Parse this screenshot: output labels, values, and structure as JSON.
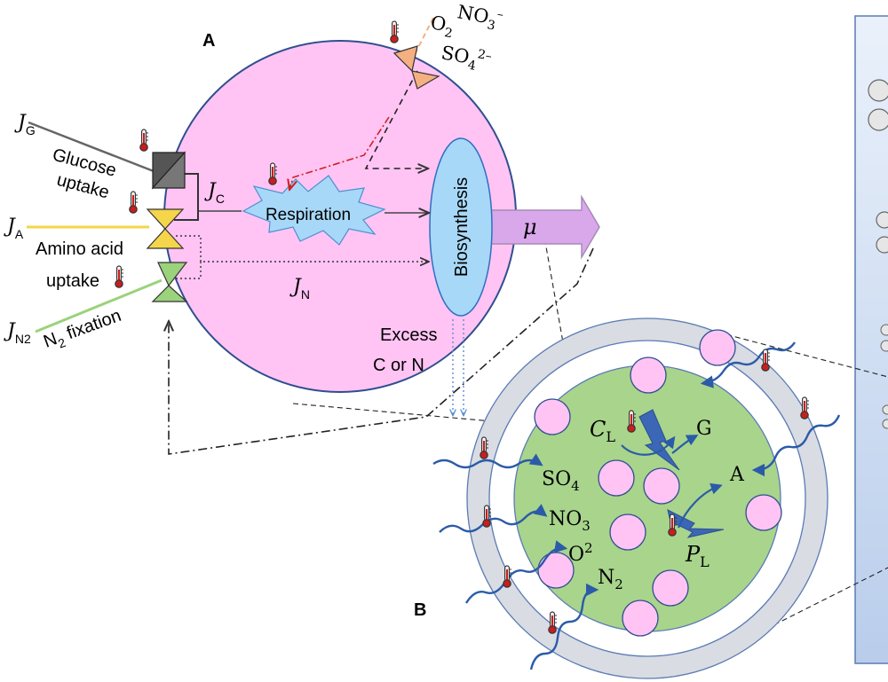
{
  "panel_labels": {
    "a": "A",
    "b": "B"
  },
  "cell": {
    "flux_glucose": {
      "sym": "J",
      "sub": "G"
    },
    "flux_amino": {
      "sym": "J",
      "sub": "A"
    },
    "flux_n2": {
      "sym": "J",
      "sub": "N2"
    },
    "flux_carbon": {
      "sym": "J",
      "sub": "C"
    },
    "flux_nitrogen": {
      "sym": "J",
      "sub": "N"
    },
    "glucose_uptake": [
      "Glucose",
      "uptake"
    ],
    "amino_uptake": [
      "Amino acid",
      "uptake"
    ],
    "n2_fixation": {
      "pre": "N",
      "sub": "2",
      "post": " fixation"
    },
    "respiration": "Respiration",
    "biosynthesis": "Biosynthesis",
    "growth_rate": "μ",
    "excess": [
      "Excess",
      "C or N"
    ],
    "oxidants": {
      "o2": {
        "base": "O",
        "sub": "2"
      },
      "no3": {
        "base": "NO",
        "sub": "3",
        "sup": "–"
      },
      "so4": {
        "base": "SO",
        "sub": "4",
        "sup": "2–"
      }
    }
  },
  "aggregate": {
    "so4": {
      "base": "SO",
      "sub": "4"
    },
    "no3": {
      "base": "NO",
      "sub": "3"
    },
    "o2": {
      "base": "O",
      "sup": "2"
    },
    "n2": {
      "base": "N",
      "sub": "2"
    },
    "cl": {
      "base": "C",
      "sub": "L"
    },
    "pl": {
      "base": "P",
      "sub": "L"
    },
    "g": "G",
    "a": "A"
  },
  "colors": {
    "cell_fill": "#ffc4f4",
    "cell_stroke": "#2f4f8f",
    "biosynthesis": "#a8d8f8",
    "aggregate_green": "#a8d48c",
    "ring_gray": "#d9dce2",
    "arrow_blue": "#2b5ba8",
    "mu_arrow": "#d9a8ea",
    "respiration_burst": "#a8d8f8",
    "glucose_valve": "#555555",
    "amino_valve": "#f5d54a",
    "n2_valve": "#9bd27c",
    "oxidant_valve": "#f5b081",
    "red_dashed": "#d0201e",
    "panel_right": "#c8d8f0"
  },
  "icons": [
    "thermometer-icon",
    "valve-icon"
  ]
}
